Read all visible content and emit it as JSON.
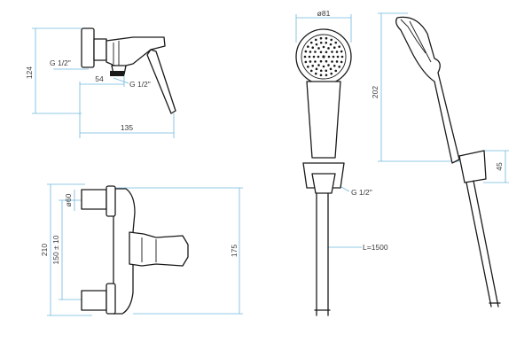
{
  "colors": {
    "dimension_line": "#6fb6de",
    "object_line": "#1a1a1a",
    "background": "#ffffff"
  },
  "labels": {
    "side_thread_top": "G 1/2\"",
    "side_thread_bottom": "G 1/2\"",
    "side_depth": "54",
    "side_height": "124",
    "side_width": "135",
    "front_flange_dia": "ø60",
    "front_height_total": "210",
    "front_centres": "150 ± 10",
    "front_height_lever": "175",
    "head_dia": "ø81",
    "holder_thread": "G 1/2\"",
    "hose_length": "L=1500",
    "side_shower_height": "202",
    "side_holder_height": "45"
  }
}
